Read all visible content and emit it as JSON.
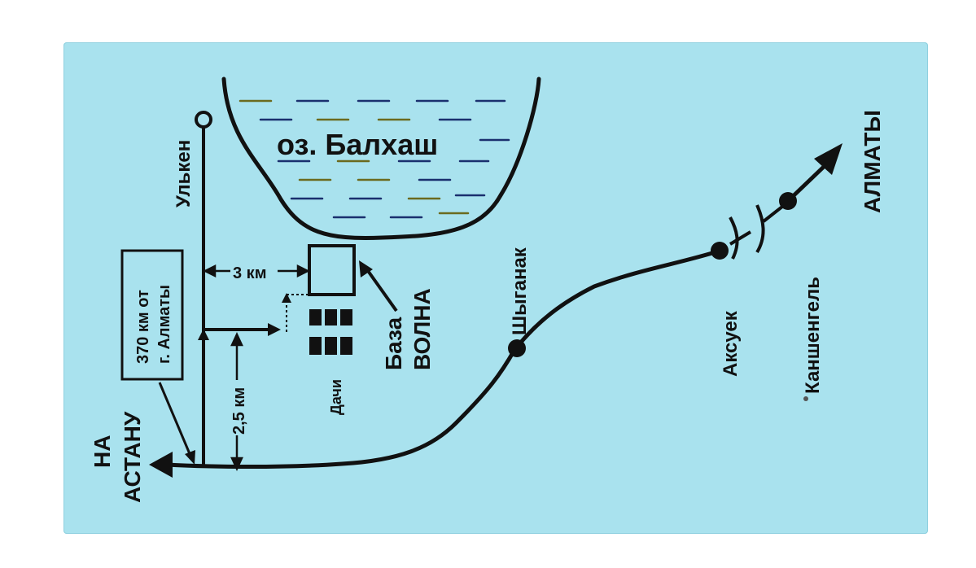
{
  "map": {
    "lake_label": "оз. Балхаш",
    "labels": {
      "ulken": "Улькен",
      "distance_box_line1": "370 км от",
      "distance_box_line2": "г. Алматы",
      "to_astana_line1": "НА",
      "to_astana_line2": "АСТАНУ",
      "dist_3km": "3 км",
      "dist_2_5km": "2,5 км",
      "dachi": "Дачи",
      "base_line1": "База",
      "base_line2": "ВОЛНА",
      "shyganak": "Шыганак",
      "aksuek": "Аксуек",
      "kanshengel": "Каншенгель",
      "almaty": "АЛМАТЫ"
    },
    "colors": {
      "card": "#a9e2ee",
      "ink": "#111111",
      "lake_dash_dark": "#1a2f6e",
      "lake_dash_olive": "#6b6a1e"
    }
  }
}
